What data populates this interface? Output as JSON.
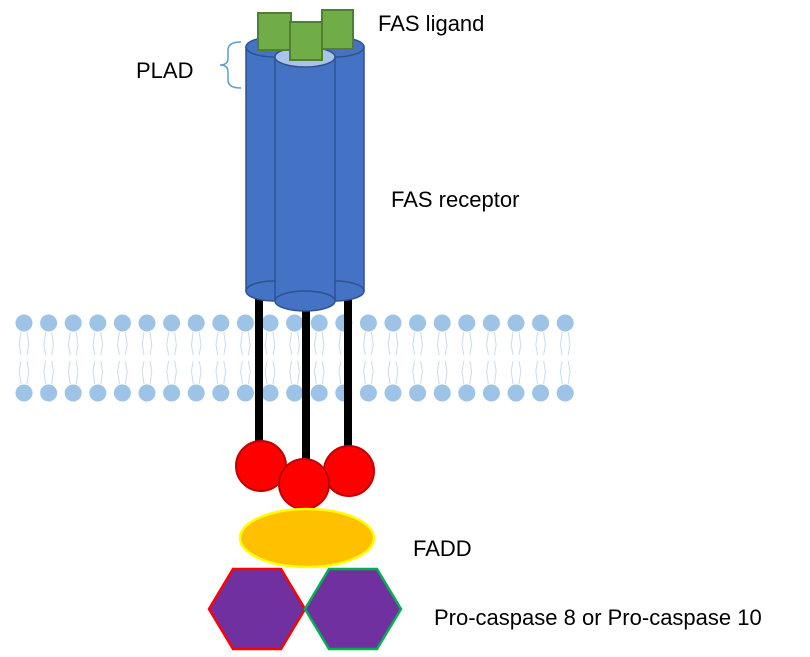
{
  "labels": {
    "fas_ligand": "FAS ligand",
    "plad": "PLAD",
    "fas_receptor": "FAS receptor",
    "fadd": "FADD",
    "procaspase": "Pro-caspase 8 or Pro-caspase 10"
  },
  "colors": {
    "receptor_fill": "#4472c4",
    "receptor_stroke": "#2f528f",
    "ligand_fill": "#70ad47",
    "ligand_stroke": "#507e32",
    "death_domain_fill": "#ff0000",
    "death_domain_stroke": "#c00000",
    "fadd_fill": "#ffc000",
    "fadd_stroke": "#ffff00",
    "caspase_fill": "#7030a0",
    "caspase_left_stroke": "#ff0000",
    "caspase_right_stroke": "#00b050",
    "lipid_head": "#9dc3e6",
    "bracket": "#5b9bd5"
  }
}
